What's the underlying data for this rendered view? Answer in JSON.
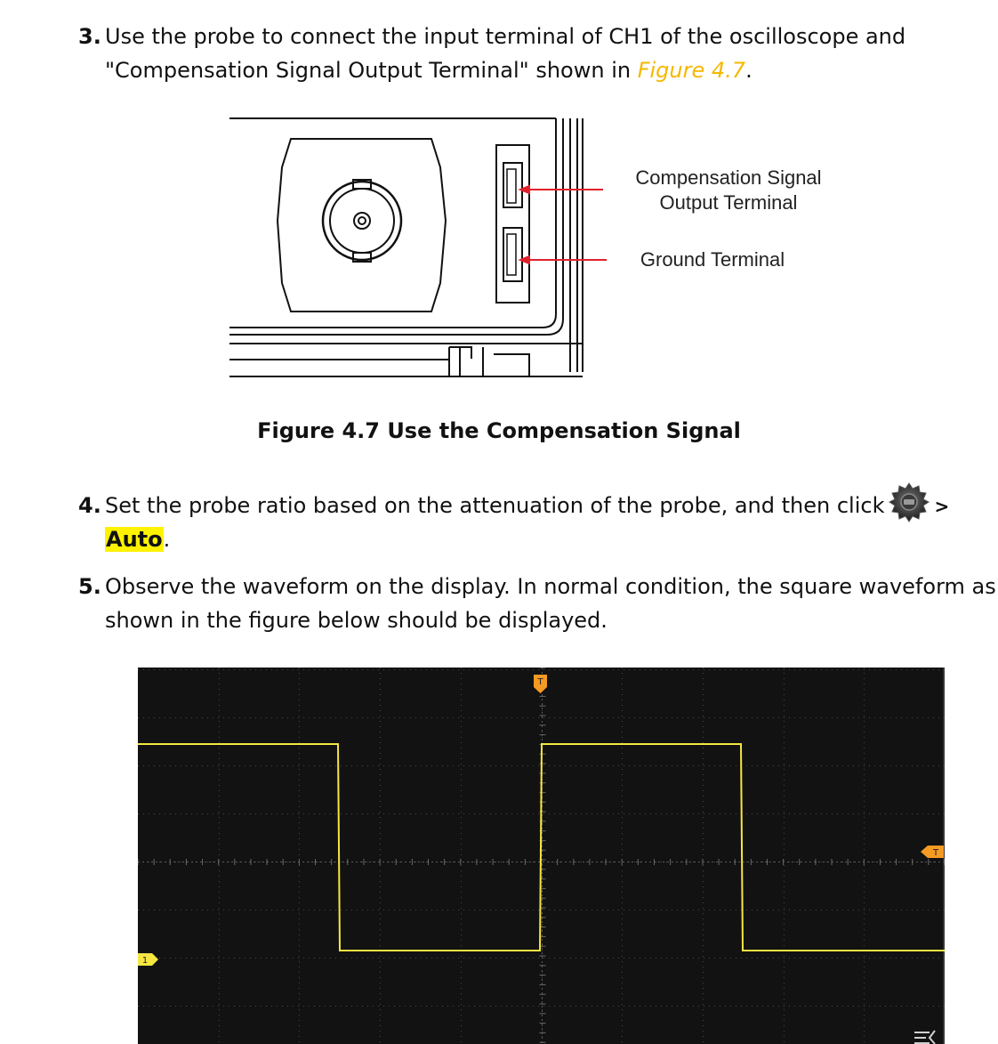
{
  "step3": {
    "number": "3.",
    "line1": "Use the probe to connect the input terminal of CH1 of the oscilloscope and",
    "line2_prefix": "\"Compensation Signal Output Terminal\" shown in ",
    "line2_link": "Figure 4.7",
    "line2_suffix": "."
  },
  "figure": {
    "label_compensation_line1": "Compensation Signal",
    "label_compensation_line2": "Output Terminal",
    "label_ground": "Ground Terminal",
    "caption": "Figure 4.7 Use the Compensation Signal"
  },
  "step4": {
    "number": "4.",
    "line1_prefix": "Set the probe ratio based on the attenuation of the probe, and then click",
    "icon": "settings-gear-icon",
    "separator": ">",
    "line2_highlight": "Auto",
    "line2_suffix": "."
  },
  "step5": {
    "number": "5.",
    "line1": "Observe the waveform on the display. In normal condition, the square waveform as",
    "line2": "shown in the figure below should be displayed."
  },
  "scope": {
    "trigger_marker_label": "T",
    "trigger_level_label": "T",
    "channel_marker_label": "1",
    "waveform_color": "#f5e642",
    "marker_color": "#f59a23"
  }
}
